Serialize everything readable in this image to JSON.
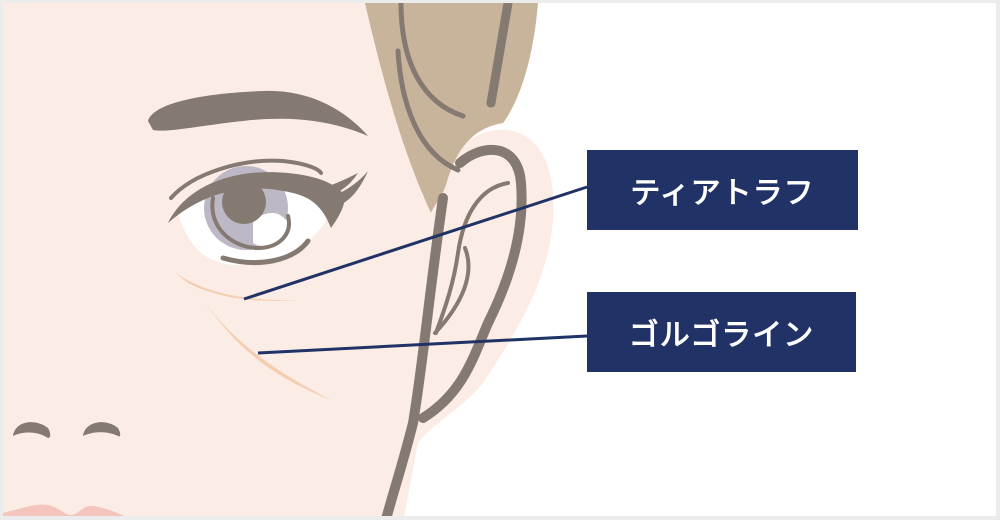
{
  "diagram": {
    "subject": "face-side-profile-eye-area",
    "labels": [
      {
        "id": "tear-trough",
        "text": "ティアトラフ",
        "pointer_from": [
          584,
          184
        ],
        "pointer_to": [
          241,
          296
        ]
      },
      {
        "id": "golgo-line",
        "text": "ゴルゴライン",
        "pointer_from": [
          584,
          333
        ],
        "pointer_to": [
          255,
          350
        ]
      }
    ]
  },
  "colors": {
    "skin": "#fbede5",
    "hair": "#c8b39b",
    "outline": "#857a71",
    "iris": "#bdb8c6",
    "sclera": "#ffffff",
    "crease": "#f4cdb0",
    "lips": "#f4c4bd",
    "label_bg": "#203266",
    "label_text": "#ffffff",
    "pointer_line": "#203266",
    "background": "#ffffff",
    "border": "#ececec"
  }
}
